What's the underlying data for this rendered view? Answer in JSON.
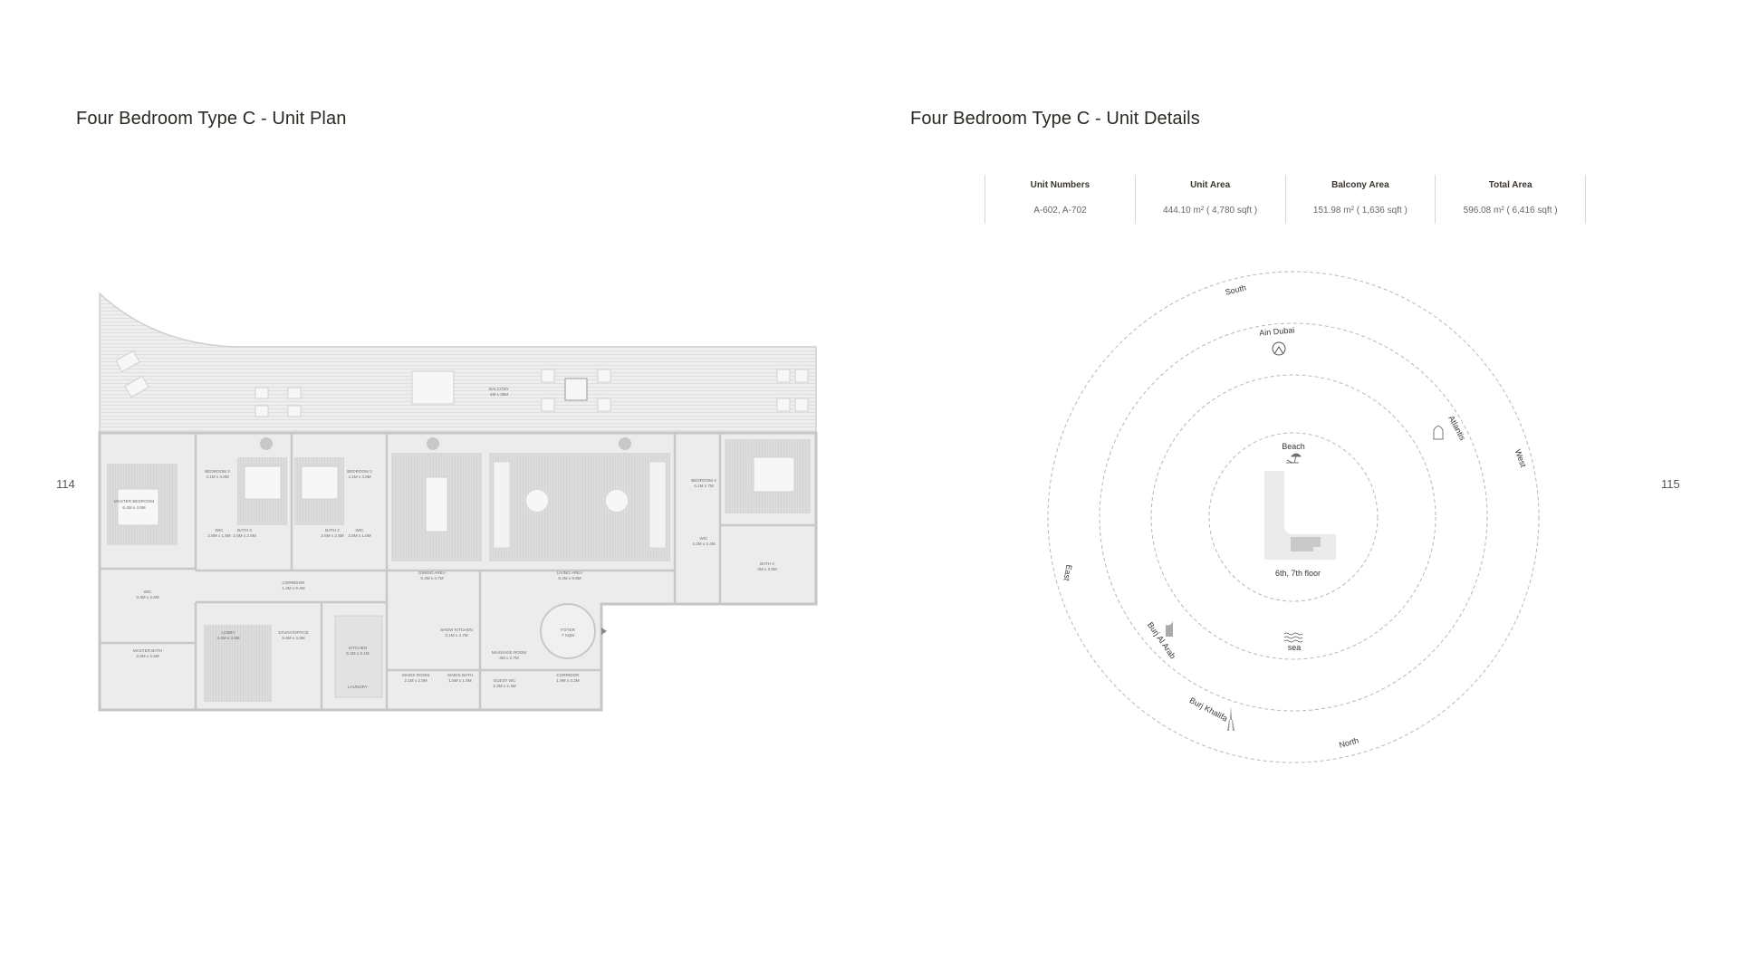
{
  "left": {
    "title": "Four Bedroom Type C - Unit Plan",
    "page_number": "114",
    "rooms": [
      {
        "name": "BALCONY",
        "size": "4M x 36M"
      },
      {
        "name": "MASTER BEDROOM",
        "size": "6.4M x 4.8M"
      },
      {
        "name": "BEDROOM 3",
        "size": "4.1M x 4.8M"
      },
      {
        "name": "BEDROOM 2",
        "size": "4.1M x 4.8M"
      },
      {
        "name": "WIC",
        "size": "2.8M x 1.8M"
      },
      {
        "name": "BATH 3",
        "size": "2.6M x 2.5M"
      },
      {
        "name": "BATH 2",
        "size": "2.6M x 2.5M"
      },
      {
        "name": "WIC",
        "size": "2.8M x 1.8M"
      },
      {
        "name": "WIC",
        "size": "3.4M x 4.6M"
      },
      {
        "name": "CORRIDOR",
        "size": "1.2M x 9.4M"
      },
      {
        "name": "MASTER BATH",
        "size": "3.6M x 4.6M"
      },
      {
        "name": "LOBBY",
        "size": "3.4M x 3.9M"
      },
      {
        "name": "STUDY/OFFICE",
        "size": "5.6M x 3.3M"
      },
      {
        "name": "KITCHEN",
        "size": "5.2M x 3.1M"
      },
      {
        "name": "LAUNDRY",
        "size": ""
      },
      {
        "name": "DINING AREA",
        "size": "8.4M x 4.7M"
      },
      {
        "name": "LIVING AREA",
        "size": "8.4M x 9.8M"
      },
      {
        "name": "SHOW KITCHEN",
        "size": "3.1M x 4.7M"
      },
      {
        "name": "MASSAGE ROOM",
        "size": "3M x 2.7M"
      },
      {
        "name": "FOYER",
        "size": "7 SQM"
      },
      {
        "name": "MAIDS ROOM",
        "size": "2.1M x 2.9M"
      },
      {
        "name": "MAIDS BATH",
        "size": "1.5M x 1.6M"
      },
      {
        "name": "GUEST WC",
        "size": "2.2M x 2.4M"
      },
      {
        "name": "CORRIDOR",
        "size": "1.9M x 3.2M"
      },
      {
        "name": "BEDROOM 4",
        "size": "4.1M x 7M"
      },
      {
        "name": "WIC",
        "size": "4.2M x 2.4M"
      },
      {
        "name": "BATH 4",
        "size": "4M x 3.8M"
      }
    ]
  },
  "right": {
    "title": "Four Bedroom Type C - Unit Details",
    "page_number": "115",
    "table": [
      {
        "header": "Unit Numbers",
        "value": "A-602, A-702"
      },
      {
        "header": "Unit Area",
        "value": "444.10 m² ( 4,780 sqft )"
      },
      {
        "header": "Balcony Area",
        "value": "151.98 m² ( 1,636 sqft )"
      },
      {
        "header": "Total Area",
        "value": "596.08 m² ( 6,416 sqft )"
      }
    ],
    "compass": {
      "directions": {
        "south": "South",
        "west": "West",
        "east": "East",
        "north": "North"
      },
      "landmarks": {
        "ain_dubai": "Ain Dubai",
        "atlantis": "Atlantis",
        "beach": "Beach",
        "sea": "sea",
        "burj_al_arab": "Burj Al Arab",
        "burj_khalifa": "Burj Khalifa"
      },
      "floor_label": "6th, 7th floor"
    }
  }
}
